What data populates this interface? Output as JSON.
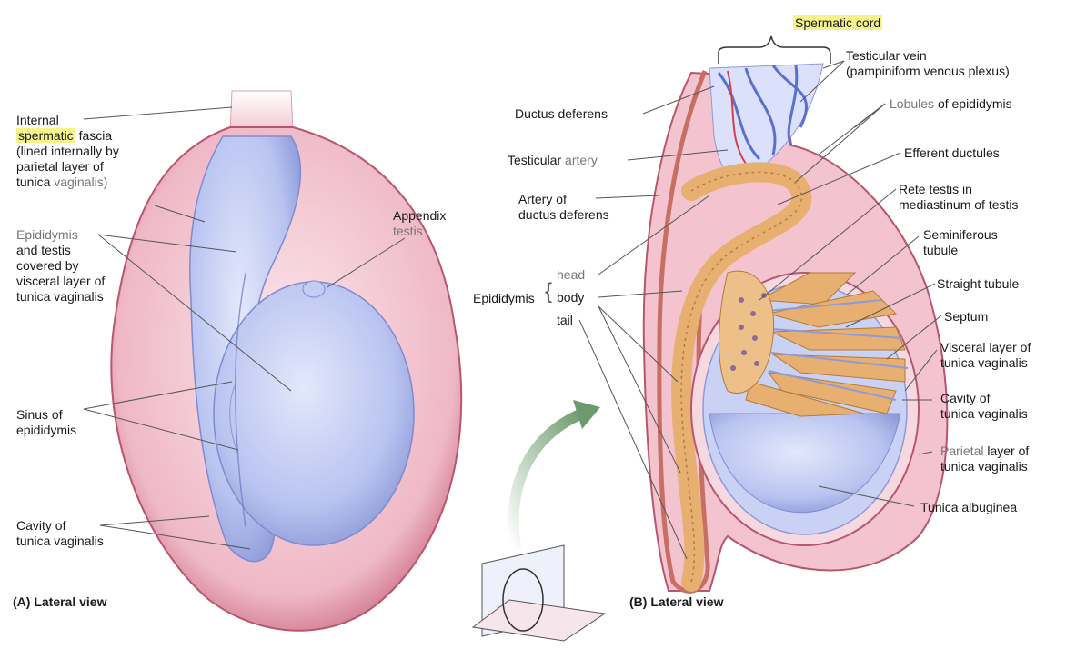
{
  "colors": {
    "capsule": "#f2c3cf",
    "capsule_edge": "#b9566f",
    "tissue_blue": "#c9d2f5",
    "tissue_blue_dark": "#8e9ad8",
    "tubule": "#e7b070",
    "tubule_dark": "#b57a35",
    "arrow_green": "#6c9a6c",
    "highlight": "#f6f28c",
    "leader": "#555555"
  },
  "panel_a": {
    "label_internal_fascia": [
      "Internal",
      "spermatic",
      "fascia",
      "(lined internally by",
      "parietal layer of",
      "tunica",
      "vaginalis)"
    ],
    "label_epididymis_testis": [
      "Epididymis",
      "and testis",
      "covered by",
      "visceral layer of",
      "tunica vaginalis"
    ],
    "label_appendix": [
      "Appendix",
      "testis"
    ],
    "label_sinus": [
      "Sinus of",
      "epididymis"
    ],
    "label_cavity": [
      "Cavity of",
      "tunica vaginalis"
    ],
    "caption": "(A) Lateral view"
  },
  "panel_b": {
    "label_spermatic_cord": "Spermatic cord",
    "label_testicular_vein": [
      "Testicular vein",
      "(pampiniform venous plexus)"
    ],
    "label_lobules": [
      "Lobules",
      "of epididymis"
    ],
    "label_ductus_deferens": "Ductus deferens",
    "label_efferent": "Efferent ductules",
    "label_testicular_artery": [
      "Testicular",
      "artery"
    ],
    "label_rete": [
      "Rete testis in",
      "mediastinum of testis"
    ],
    "label_artery_ductus": [
      "Artery of",
      "ductus deferens"
    ],
    "label_seminiferous": [
      "Seminiferous",
      "tubule"
    ],
    "label_straight": "Straight tubule",
    "label_septum": "Septum",
    "epididymis_group": {
      "title": "Epididymis",
      "head": "head",
      "body": "body",
      "tail": "tail"
    },
    "label_visceral": [
      "Visceral layer of",
      "tunica vaginalis"
    ],
    "label_cavity": [
      "Cavity of",
      "tunica vaginalis"
    ],
    "label_parietal": [
      "Parietal",
      "layer of",
      "tunica vaginalis"
    ],
    "label_albuginea": "Tunica albuginea",
    "caption": "(B) Lateral view"
  }
}
